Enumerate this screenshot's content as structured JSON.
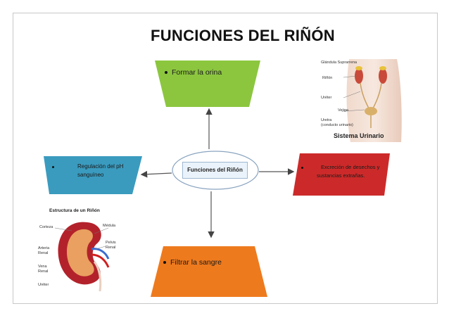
{
  "title": "FUNCIONES DEL RIÑÓN",
  "center_label": "Funciones del Riñón",
  "boxes": {
    "top": {
      "text": "Formar la orina",
      "color": "#8cc63f"
    },
    "left": {
      "text": "Regulación del pH sanguíneo",
      "color": "#3a9bbf"
    },
    "right": {
      "text": "Excreción de desechos y sustancias extrañas.",
      "color": "#cc2a2a"
    },
    "bottom": {
      "text": "Filtrar la sangre",
      "color": "#ee7a1e"
    }
  },
  "urinary_illustration": {
    "title": "Sistema Urinario",
    "labels": [
      "Glándula Suprarrena",
      "Riñón",
      "Uréter",
      "Vejiga",
      "Uretra",
      "(conducto urinario)"
    ]
  },
  "kidney_illustration": {
    "title": "Estructura de un Riñón",
    "labels": [
      "Médula",
      "Corteza",
      "Pelvis",
      "Renal",
      "Arteria",
      "Renal",
      "Vena",
      "Renal",
      "Uréter"
    ]
  }
}
